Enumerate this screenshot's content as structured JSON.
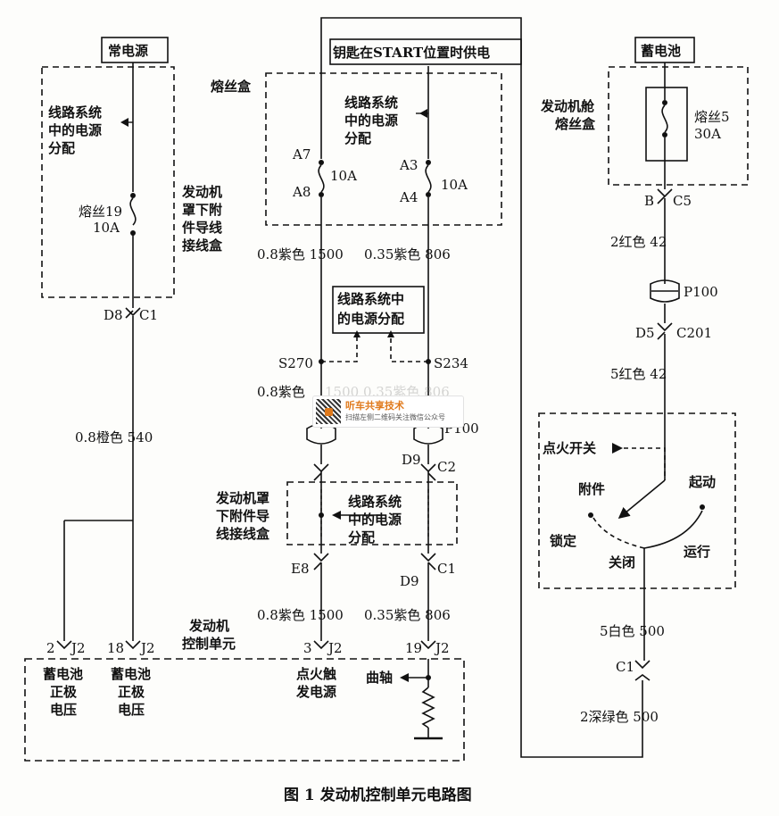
{
  "caption": "图 1   发动机控制单元电路图",
  "boxes": {
    "constant_power": "常电源",
    "key_start": "钥匙在START位置时供电",
    "battery": "蓄电池",
    "power_distribution_mid": "线路系统中的电源分配"
  },
  "labels": {
    "dist_left": [
      "线路系统",
      "中的电源",
      "分配"
    ],
    "dist_top": [
      "线路系统",
      "中的电源",
      "分配"
    ],
    "dist_lower": [
      "线路系统",
      "中的电源",
      "分配"
    ],
    "fuse_box": "熔丝盒",
    "engine_bay_fusebox": [
      "发动机舱",
      "熔丝盒"
    ],
    "underhood_junction_left": [
      "发动机",
      "罩下附",
      "件导线",
      "接线盒"
    ],
    "underhood_junction_mid": [
      "发动机罩",
      "下附件导",
      "线接线盒"
    ],
    "fuse19": "熔丝19",
    "fuse19_amp": "10A",
    "fuse5": "熔丝5",
    "fuse5_amp": "30A",
    "a7": "A7",
    "a8": "A8",
    "a_amp1": "10A",
    "a3": "A3",
    "a4": "A4",
    "a_amp2": "10A",
    "b": "B",
    "c5": "C5",
    "wire_left_top": "0.8紫色   1500",
    "wire_right_top": "0.35紫色  806",
    "wire_red2": "2红色     42",
    "p100_right": "P100",
    "d5": "D5",
    "c201": "C201",
    "wire_red5": "5红色     42",
    "s270": "S270",
    "s234": "S234",
    "wire_left_mid": "0.8紫色",
    "wire_mid_faded": "1500  0.35紫色  806",
    "p100_mid": "P100",
    "d9_c2_d9": "D9",
    "d9_c2_c2": "C2",
    "ignition_switch": "点火开关",
    "accessory": "附件",
    "start": "起动",
    "lock": "锁定",
    "off": "关闭",
    "run": "运行",
    "d8": "D8",
    "c1_left": "C1",
    "wire_orange": "0.8橙色     540",
    "e8": "E8",
    "d9_lower": "D9",
    "c1_mid": "C1",
    "wire_left_low": "0.8紫色   1500",
    "wire_right_low": "0.35紫色  806",
    "ecu": [
      "发动机",
      "控制单元"
    ],
    "pin2": "2",
    "j2_a": "J2",
    "pin18": "18",
    "j2_b": "J2",
    "pin3": "3",
    "j2_c": "J2",
    "pin19": "19",
    "j2_d": "J2",
    "wire_white": "5白色     500",
    "c1_right": "C1",
    "wire_darkgreen": "2深绿色   500",
    "battery_pos1": [
      "蓄电池",
      "正极",
      "电压"
    ],
    "battery_pos2": [
      "蓄电池",
      "正极",
      "电压"
    ],
    "ignition_trigger": [
      "点火触",
      "发电源"
    ],
    "crankshaft": "曲轴"
  },
  "watermark": {
    "title": "听车共享技术",
    "subtitle": "扫描左侧二维码关注微信公众号"
  }
}
